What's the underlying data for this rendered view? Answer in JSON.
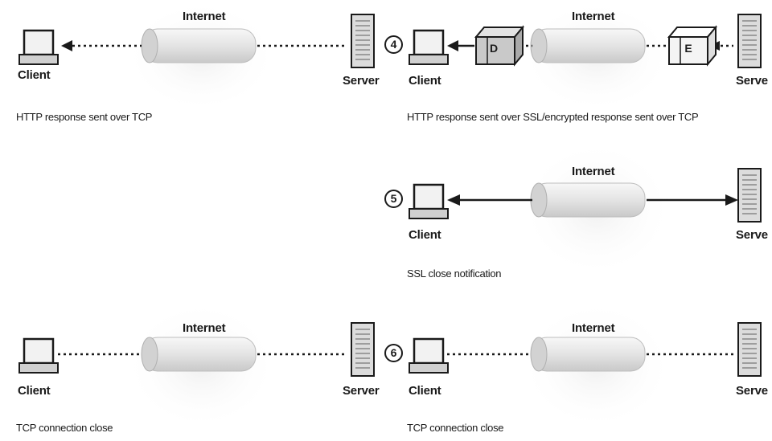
{
  "labels": {
    "internet": "Internet",
    "client": "Client",
    "server": "Server",
    "server_clipped": "Serve",
    "box_decrypt": "D",
    "box_encrypt": "E"
  },
  "captions": {
    "p1": "HTTP response sent over TCP",
    "p2": "HTTP response sent over SSL/encrypted response sent over TCP",
    "p3": "SSL close notification",
    "p4": "TCP connection close",
    "p5": "TCP connection close"
  },
  "steps": {
    "s4": "4",
    "s5": "5",
    "s6": "6"
  },
  "colors": {
    "line": "#1a1a1a",
    "cloud": "#e6e6e6",
    "cloud_edge": "#b9b9b9",
    "monitor_screen": "#f2f2f2"
  }
}
